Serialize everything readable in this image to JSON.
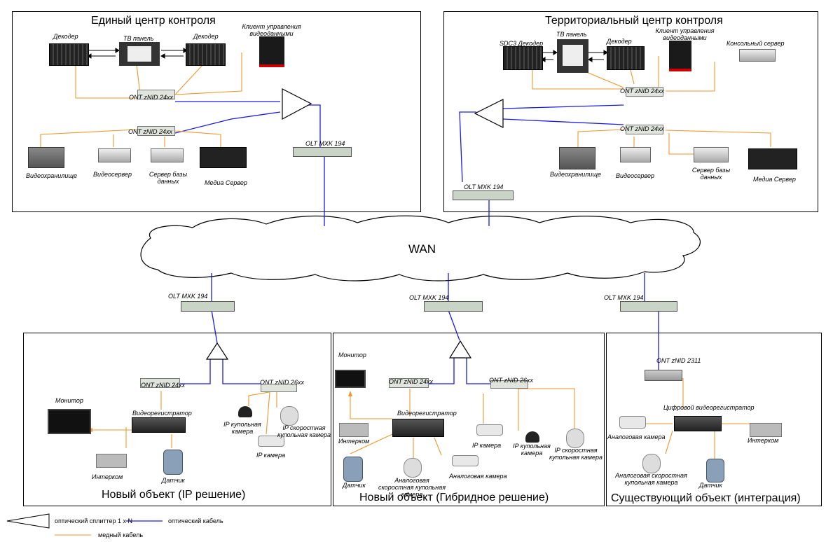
{
  "centers": {
    "unified": {
      "title": "Единый центр контроля",
      "decoder_left": "Декодер",
      "tv_panel": "ТВ панель",
      "decoder_right": "Декодер",
      "client": "Клиент управления видеоданными",
      "ont1": "ONT zNID 24xx",
      "ont2": "ONT zNID 24xx",
      "storage": "Видеохранилище",
      "video_server": "Видеосервер",
      "db_server": "Сервер базы данных",
      "media_server": "Медиа Сервер",
      "olt": "OLT MXK 194"
    },
    "territorial": {
      "title": "Территориальный центр контроля",
      "decoder_sdc3": "SDC3 Декодер",
      "tv_panel": "ТВ панель",
      "decoder": "Декодер",
      "client": "Клиент управления видеоданными",
      "console_server": "Консольный сервер",
      "ont1": "ONT zNID 24xx",
      "ont2": "ONT zNID 24xx",
      "storage": "Видеохранилище",
      "video_server": "Видеосервер",
      "db_server": "Сервер базы данных",
      "media_server": "Медиа Сервер",
      "olt": "OLT MXK 194"
    }
  },
  "wan": {
    "label": "WAN"
  },
  "sites": {
    "ip": {
      "title": "Новый объект (IP решение)",
      "olt": "OLT MXK 194",
      "ont24": "ONT zNID 24xx",
      "ont26": "ONT zNID 26xx",
      "monitor": "Монитор",
      "nvr": "Видеорегистратор",
      "ip_dome": "IP купольная камера",
      "ip_ptz": "IP скоростная купольная камера",
      "ip_cam": "IP камера",
      "intercom": "Интерком",
      "sensor": "Датчик"
    },
    "hybrid": {
      "title": "Новый объект (Гибридное решение)",
      "olt": "OLT MXK 194",
      "monitor": "Монитор",
      "ont24": "ONT zNID 24xx",
      "ont26": "ONT zNID 26xx",
      "nvr": "Видеорегистратор",
      "intercom": "Интерком",
      "ip_cam": "IP камера",
      "ip_dome": "IP купольная камера",
      "ip_ptz": "IP скоростная купольная камера",
      "sensor": "Датчик",
      "analog_ptz": "Аналоговая скоростная купольная камера",
      "analog_cam": "Аналоговая камера"
    },
    "existing": {
      "title": "Существующий объект (интеграция)",
      "olt": "OLT MXK 194",
      "ont": "ONT zNID 2311",
      "dvr": "Цифровой видеорегистратор",
      "analog_cam": "Аналоговая камера",
      "intercom": "Интерком",
      "analog_ptz": "Аналоговая скоростная купольная камера",
      "sensor": "Датчик"
    }
  },
  "legend": {
    "splitter": "оптический сплиттер 1 x N",
    "optical": "оптический кабель",
    "copper": "медный кабель"
  },
  "colors": {
    "optical": "#1a1ae6",
    "copper": "#f0962a"
  }
}
